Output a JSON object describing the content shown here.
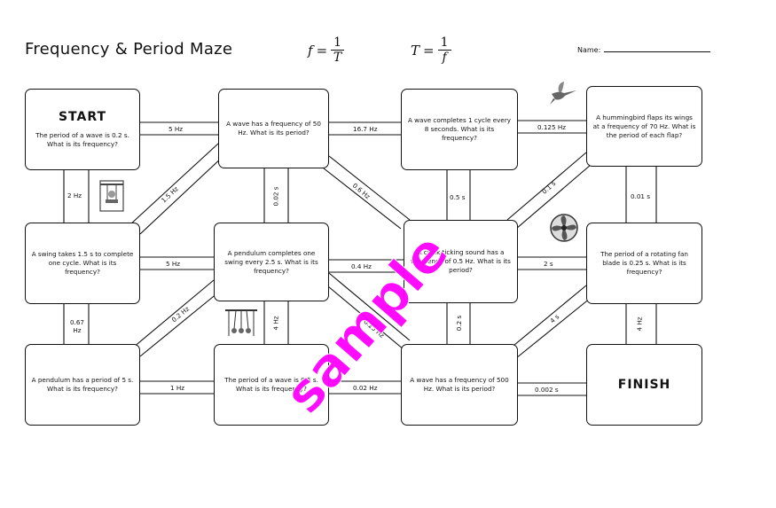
{
  "header": {
    "title": "Frequency & Period Maze",
    "formula_f": {
      "lhs": "f",
      "num": "1",
      "den": "T"
    },
    "formula_T": {
      "lhs": "T",
      "num": "1",
      "den": "f"
    },
    "name_label": "Name:"
  },
  "boxes": {
    "start": {
      "heading": "START",
      "text": "The period of a wave is 0.2 s. What is its frequency?"
    },
    "b2": "A wave has a frequency of 50 Hz. What is its period?",
    "b3": "A wave completes 1 cycle every 8 seconds. What is its frequency?",
    "b4": "A hummingbird flaps its wings at a frequency of 70 Hz. What is the period of each flap?",
    "b5": "A swing takes 1.5 s to complete one cycle. What is its frequency?",
    "b6": "A pendulum completes one swing every 2.5 s. What is its frequency?",
    "b7": "A clock ticking sound has a frequency of 0.5 Hz. What is its period?",
    "b8": "The period of a rotating fan blade is 0.25 s. What is its frequency?",
    "b9": "A pendulum has a period of 5 s. What is its frequency?",
    "b10": "The period of a wave is 0.5 s. What is its frequency?",
    "b11": "A wave has a frequency of 500 Hz. What is its period?",
    "finish": {
      "heading": "FINISH"
    }
  },
  "answers": {
    "a_start_b2": "5 Hz",
    "a_b2_b3": "16.7 Hz",
    "a_b3_b4": "0.125 Hz",
    "a_start_b5": "2 Hz",
    "a_start_b6": "1.5 Hz",
    "a_b2_b6": "0.02 s",
    "a_b2_b7": "0.6 Hz",
    "a_b3_b7": "0.5 s",
    "a_b4_b7": "0.1 s",
    "a_b4_b8": "0.01 s",
    "a_b5_b6": "5 Hz",
    "a_b6_b7": "0.4 Hz",
    "a_b7_b8": "2 s",
    "a_b5_b9": "0.67 Hz",
    "a_b6_b9": "0.2 Hz",
    "a_b6_b10": "4 Hz",
    "a_b6_b11": "0.25 Hz",
    "a_b7_b11": "0.2 s",
    "a_b8_b11": "4 s",
    "a_b8_finish": "4 Hz",
    "a_b9_b10": "1 Hz",
    "a_b10_b11": "0.02 Hz",
    "a_b11_finish": "0.002 s"
  },
  "icons": [
    "hummingbird-icon",
    "fan-icon",
    "swing-icon",
    "pendulum-icon"
  ],
  "watermark": "sample",
  "colors": {
    "watermark": "#ff00ff",
    "ink": "#111111"
  }
}
